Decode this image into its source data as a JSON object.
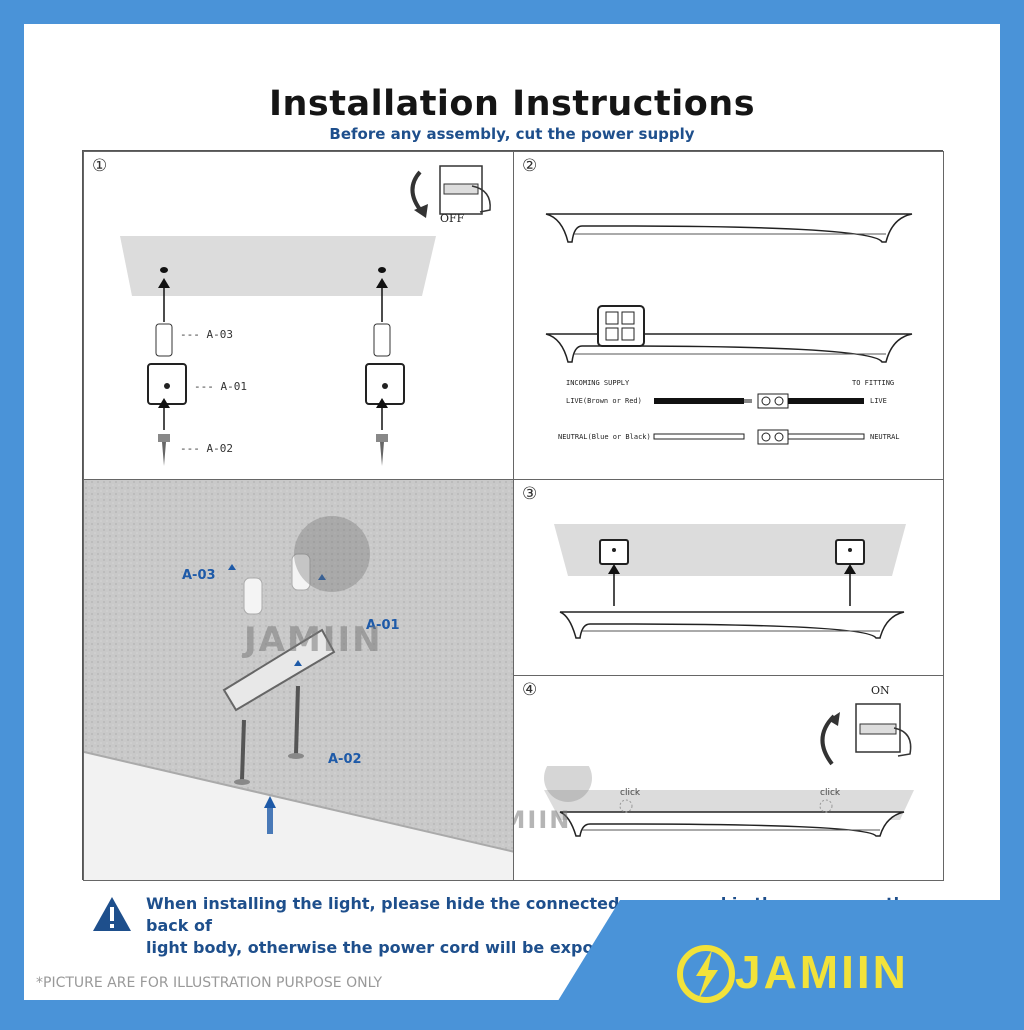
{
  "header": {
    "title": "Installation Instructions",
    "subtitle": "Before any assembly, cut the power supply"
  },
  "panels": {
    "p1": {
      "step": "①",
      "off_label": "OFF",
      "part_a03": "--- A-03",
      "part_a01": "--- A-01",
      "part_a02": "--- A-02"
    },
    "p2": {
      "step": "②",
      "incoming": "INCOMING SUPPLY",
      "to_fitting": "TO FITTING",
      "live_in": "LIVE(Brown or Red)",
      "live_out": "LIVE",
      "neutral_in": "NEUTRAL(Blue or Black)",
      "neutral_out": "NEUTRAL"
    },
    "photo": {
      "a03": "A-03",
      "a01": "A-01",
      "a02": "A-02",
      "watermark": "JAMIIN"
    },
    "p3": {
      "step": "③"
    },
    "p4": {
      "step": "④",
      "on_label": "ON",
      "click1": "click",
      "click2": "click",
      "watermark": "JAMIIN"
    }
  },
  "warning": {
    "line1": "When installing the light, please hide the connected power cord in the groove on the back of",
    "line2": "light body, otherwise the power cord will be exposed and affect the appearance."
  },
  "footnote": "*PICTURE ARE FOR ILLUSTRATION PURPOSE ONLY",
  "brand": {
    "name": "JAMIIN",
    "color": "#f2e23a",
    "accent": "#4a93d8"
  }
}
